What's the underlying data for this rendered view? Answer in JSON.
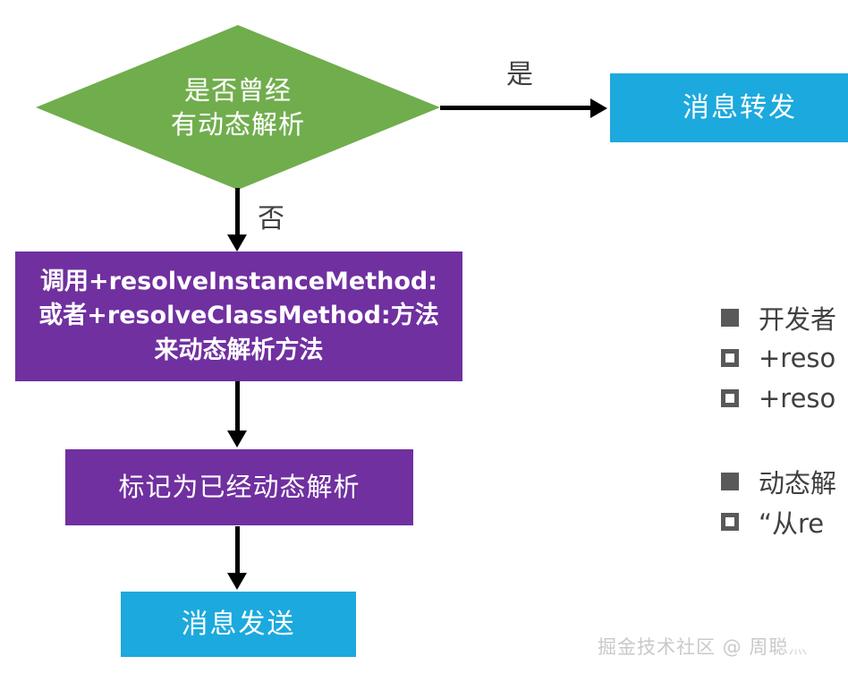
{
  "diagram": {
    "type": "flowchart",
    "title": "",
    "colors": {
      "decision_green": "#70AD4C",
      "process_purple": "#7030A0",
      "terminal_cyan": "#1CA9DD",
      "connector_black": "#000000",
      "note_gray": "#595959",
      "background": "#FFFFFF"
    },
    "nodes": {
      "decision": {
        "shape": "diamond",
        "line1": "是否曾经",
        "line2": "有动态解析"
      },
      "forward": {
        "shape": "rectangle",
        "label": "消息转发"
      },
      "resolve": {
        "shape": "rectangle",
        "line1": "调用+resolveInstanceMethod:",
        "line2": "或者+resolveClassMethod:方法",
        "line3": "来动态解析方法"
      },
      "marked": {
        "shape": "rectangle",
        "label": "标记为已经动态解析"
      },
      "send": {
        "shape": "rectangle",
        "label": "消息发送"
      }
    },
    "edges": [
      {
        "from": "decision",
        "to": "forward",
        "label": "是",
        "direction": "right"
      },
      {
        "from": "decision",
        "to": "resolve",
        "label": "否",
        "direction": "down"
      },
      {
        "from": "resolve",
        "to": "marked",
        "label": "",
        "direction": "down"
      },
      {
        "from": "marked",
        "to": "send",
        "label": "",
        "direction": "down"
      }
    ]
  },
  "notes": {
    "items": [
      {
        "bullet": "filled",
        "text": "开发者"
      },
      {
        "bullet": "hollow",
        "text": "+reso"
      },
      {
        "bullet": "hollow",
        "text": "+reso"
      },
      {
        "bullet": "filled",
        "text": "动态解"
      },
      {
        "bullet": "hollow",
        "text": "“从re"
      }
    ]
  },
  "watermark": {
    "text": "掘金技术社区 @ 周聪",
    "suffix": "灬"
  }
}
